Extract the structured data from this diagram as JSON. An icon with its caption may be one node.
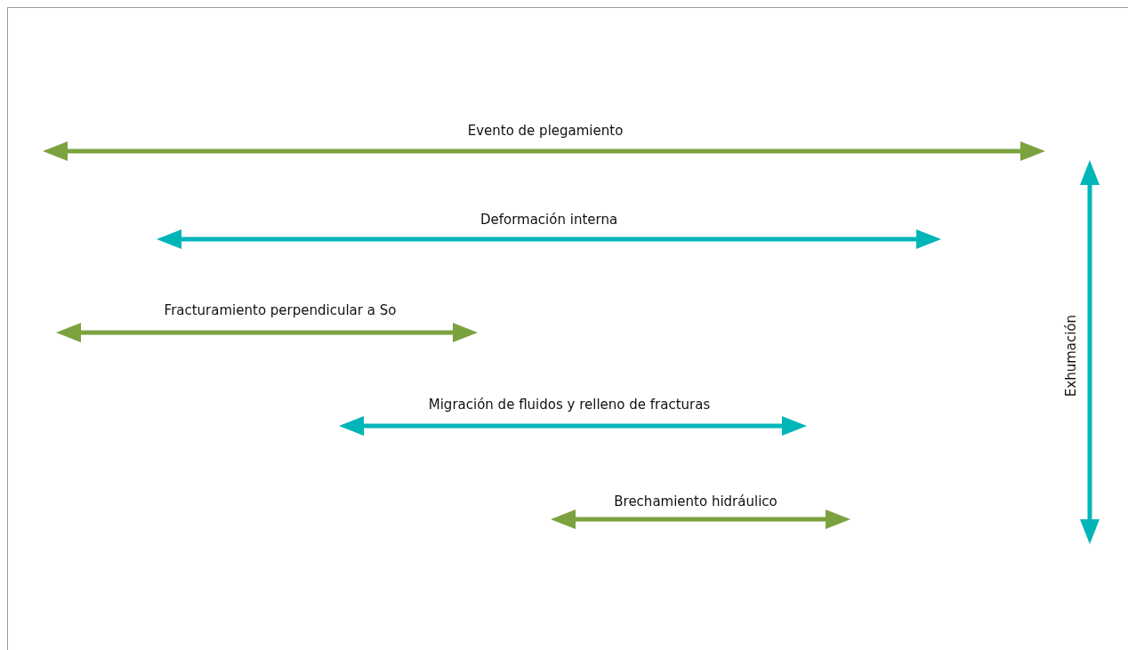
{
  "diagram": {
    "labels": [
      "Evento de plegamiento",
      "Deformación interna",
      "Fracturamiento perpendicular a So",
      "Migración de fluidos y relleno de fracturas",
      "Brechamiento hidráulico",
      "Exhumación"
    ]
  }
}
